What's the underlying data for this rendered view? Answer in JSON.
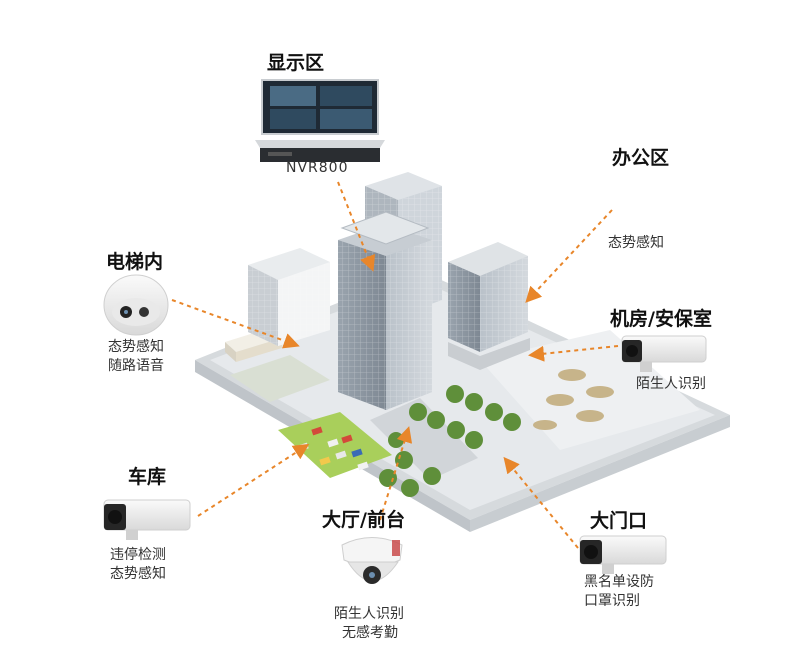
{
  "zones": {
    "display": {
      "title": "显示区",
      "device": "NVR800"
    },
    "office": {
      "title": "办公区",
      "line1": "态势感知"
    },
    "elevator": {
      "title": "电梯内",
      "line1": "态势感知",
      "line2": "随路语音"
    },
    "machine_room": {
      "title": "机房/安保室",
      "line1": "陌生人识别"
    },
    "garage": {
      "title": "车库",
      "line1": "违停检测",
      "line2": "态势感知"
    },
    "lobby": {
      "title": "大厅/前台",
      "line1": "陌生人识别",
      "line2": "无感考勤"
    },
    "gate": {
      "title": "大门口",
      "line1": "黑名单设防",
      "line2": "口罩识别"
    }
  },
  "colors": {
    "arrow": "#e8862a",
    "building": "#8f9aa5",
    "ground": "#e6e9ec",
    "tree": "#5f8f3a"
  },
  "icons": [
    "nvr-monitor-icon",
    "nvr-box-icon",
    "dome-camera-icon",
    "bullet-camera-icon",
    "fisheye-camera-icon"
  ]
}
